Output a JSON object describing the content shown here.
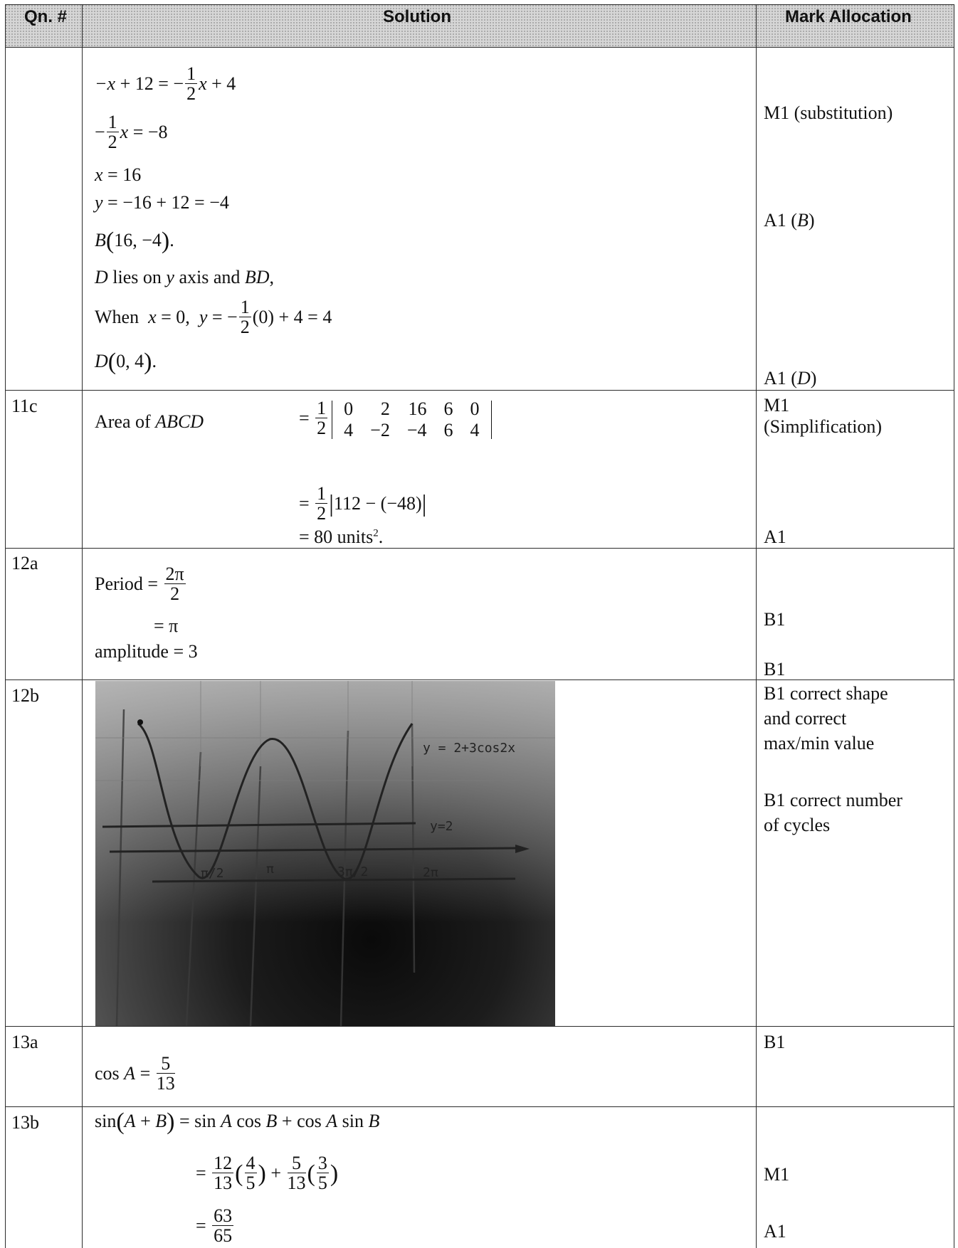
{
  "header": {
    "qn": "Qn. #",
    "solution": "Solution",
    "marks": "Mark Allocation"
  },
  "row1": {
    "l1": "−x + 12 = −",
    "l1_num": "1",
    "l1_den": "2",
    "l1_tail": "x + 4",
    "l2_num": "1",
    "l2_den": "2",
    "l2_tail": "x = −8",
    "l3": "x = 16",
    "l4": "y = −16 + 12 = −4",
    "l5": "B(16, −4).",
    "l6": "D lies on y axis and BD,",
    "l7_head": "When  x = 0,  y = −",
    "l7_num": "1",
    "l7_den": "2",
    "l7_tail": "(0) + 4 = 4",
    "l8": "D(0, 4).",
    "m1": "M1 (substitution)",
    "m2": "A1 (B)",
    "m3": "A1 (D)"
  },
  "row2": {
    "qn": "11c",
    "label": "Area of ABCD",
    "half_num": "1",
    "half_den": "2",
    "top_row": [
      "0",
      "2",
      "16",
      "6",
      "0"
    ],
    "bottom_row": [
      "4",
      "−2",
      "−4",
      "6",
      "4"
    ],
    "l2_tail": "112 − (−48)",
    "l3": "= 80 units².",
    "m1a": "M1",
    "m1b": "(Simplification)",
    "m2": "A1"
  },
  "row3": {
    "qn": "12a",
    "period": "Period  =",
    "p_num": "2π",
    "p_den": "2",
    "l2": "= π",
    "l3": "amplitude  = 3",
    "m1": "B1",
    "m2": "B1"
  },
  "row4": {
    "qn": "12b",
    "graph_label_1": "y = 2+3cos2x",
    "graph_label_2": "y=2",
    "m1": "B1 correct shape",
    "m2": "and correct",
    "m3": "max/min value",
    "m4": "B1 correct number",
    "m5": "of cycles"
  },
  "row5": {
    "qn": "13a",
    "head": "cos A =",
    "num": "5",
    "den": "13",
    "m1": "B1"
  },
  "row6": {
    "qn": "13b",
    "l1": "sin(A + B) = sin A cos B + cos A sin B",
    "a_num": "12",
    "a_den": "13",
    "b_num": "4",
    "b_den": "5",
    "c_num": "5",
    "c_den": "13",
    "d_num": "3",
    "d_den": "5",
    "r_num": "63",
    "r_den": "65",
    "m1": "M1",
    "m2": "A1"
  }
}
